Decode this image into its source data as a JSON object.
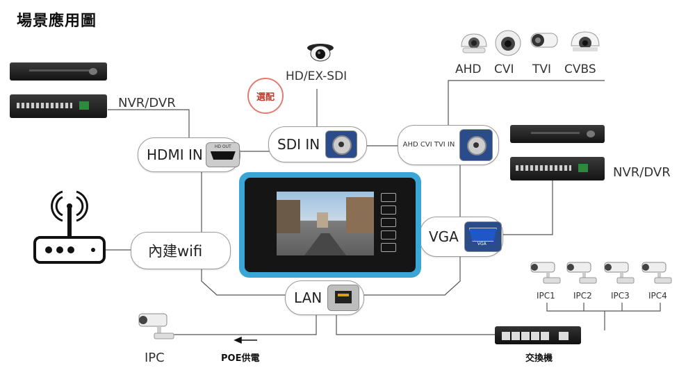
{
  "title": "場景應用圖",
  "labels": {
    "hd_ex_sdi": "HD/EX-SDI",
    "optional": "選配",
    "ahd": "AHD",
    "cvi": "CVI",
    "tvi": "TVI",
    "cvbs": "CVBS",
    "nvr_dvr_left": "NVR/DVR",
    "nvr_dvr_right": "NVR/DVR",
    "hdmi_in": "HDMI IN",
    "hd_out": "HD OUT",
    "sdi_in": "SDI IN",
    "ahd_cvi_tvi_in": "AHD CVI TVI IN",
    "vga": "VGA",
    "vga_port": "VGA",
    "wifi": "內建wifi",
    "lan": "LAN",
    "ipc_left": "IPC",
    "poe": "POE供電",
    "switch": "交換機",
    "ipc1": "IPC1",
    "ipc2": "IPC2",
    "ipc3": "IPC3",
    "ipc4": "IPC4"
  },
  "colors": {
    "device_frame": "#3aa6d8",
    "line": "#555555",
    "optional_border": "#d9534f",
    "optional_text": "#c0392b"
  }
}
